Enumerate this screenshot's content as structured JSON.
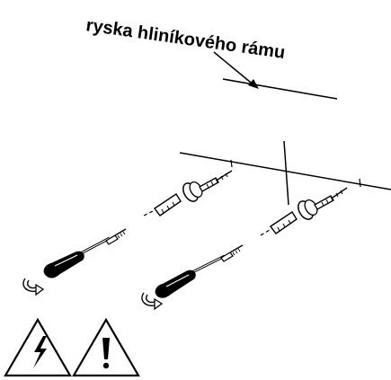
{
  "callout": {
    "label": "ryska hliníkového rámu"
  },
  "icons": {
    "electric_warning": "electric-hazard-triangle",
    "general_warning": "exclamation-warning-triangle",
    "screwdriver": "screwdriver",
    "wall_plug": "wall-plug-anchor",
    "screw": "screw",
    "rotation_arrow": "clockwise-rotation-arrow"
  },
  "colors": {
    "stroke": "#000000",
    "background": "#ffffff"
  }
}
